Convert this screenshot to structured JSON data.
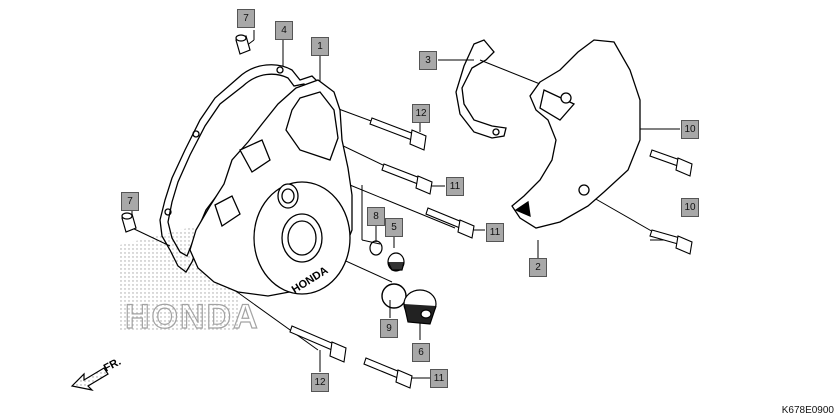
{
  "diagram": {
    "watermark_text": "HONDA",
    "cover_emblem_text": "HONDA",
    "front_arrow_label": "FR.",
    "drawing_code": "K678E0900"
  },
  "callouts": [
    {
      "id": "c7a",
      "label": "7"
    },
    {
      "id": "c4",
      "label": "4"
    },
    {
      "id": "c1",
      "label": "1"
    },
    {
      "id": "c3",
      "label": "3"
    },
    {
      "id": "c12a",
      "label": "12"
    },
    {
      "id": "c10a",
      "label": "10"
    },
    {
      "id": "c11a",
      "label": "11"
    },
    {
      "id": "c7b",
      "label": "7"
    },
    {
      "id": "c8",
      "label": "8"
    },
    {
      "id": "c5",
      "label": "5"
    },
    {
      "id": "c11b",
      "label": "11"
    },
    {
      "id": "c10b",
      "label": "10"
    },
    {
      "id": "c2",
      "label": "2"
    },
    {
      "id": "c9",
      "label": "9"
    },
    {
      "id": "c6",
      "label": "6"
    },
    {
      "id": "c12b",
      "label": "12"
    },
    {
      "id": "c11c",
      "label": "11"
    }
  ]
}
